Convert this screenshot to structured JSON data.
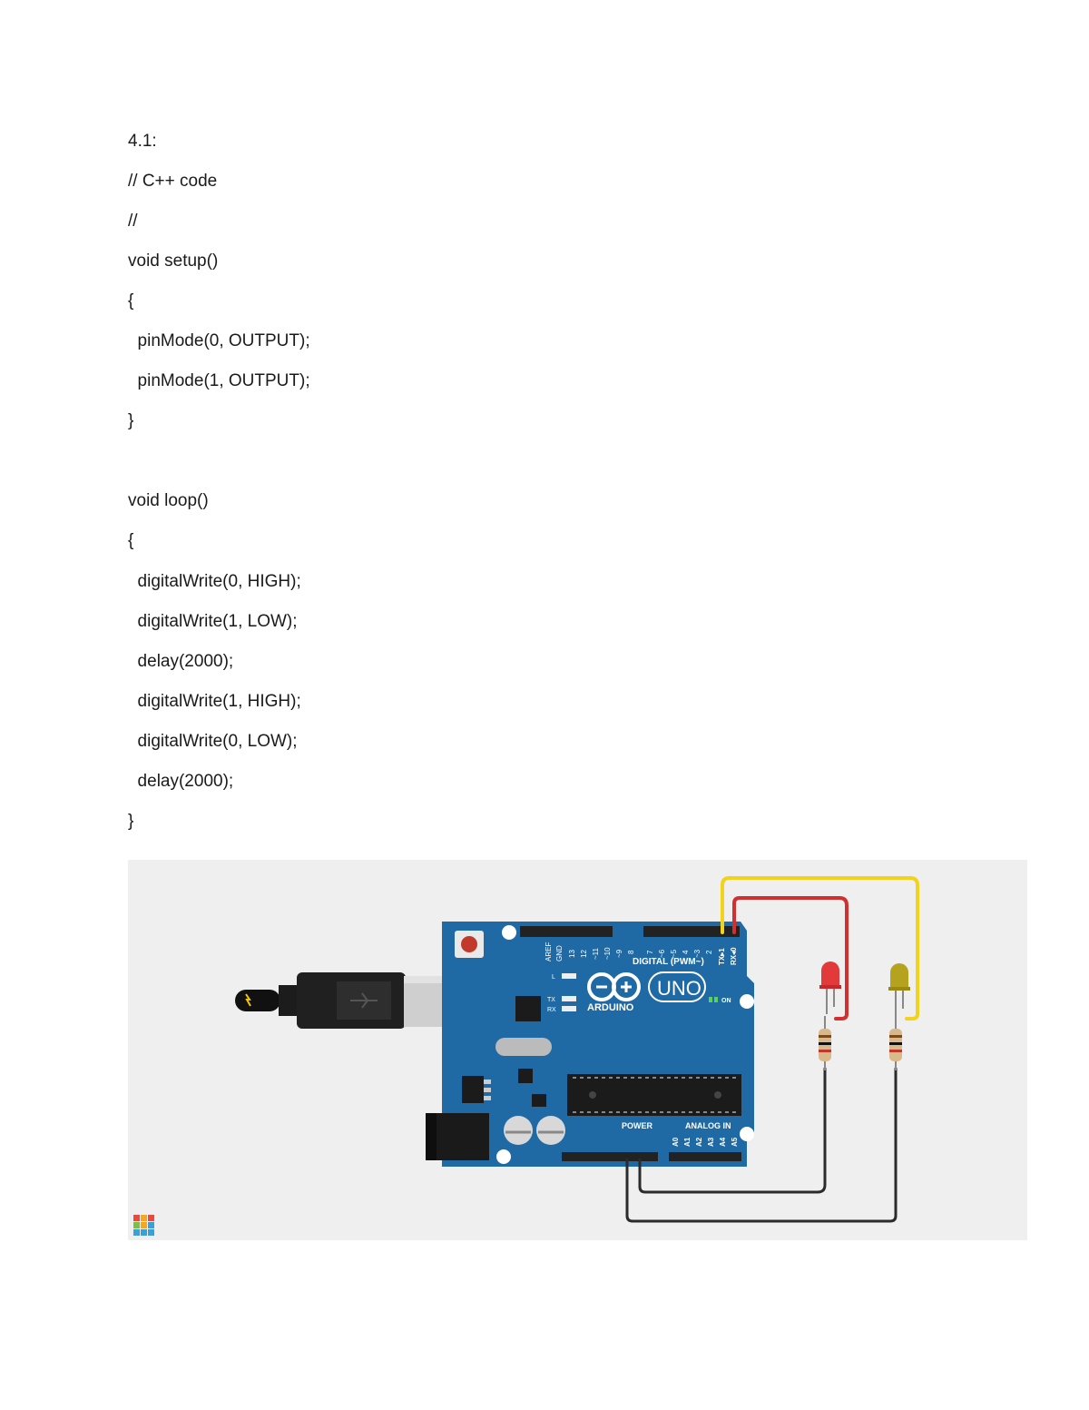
{
  "heading": "4.1:",
  "code_lines": [
    "// C++ code",
    "//",
    "void setup()",
    "{",
    "  pinMode(0, OUTPUT);",
    "  pinMode(1, OUTPUT);",
    "}",
    "",
    "void loop()",
    "{",
    "  digitalWrite(0, HIGH);",
    "  digitalWrite(1, LOW);",
    "  delay(2000);",
    "  digitalWrite(1, HIGH);",
    "  digitalWrite(0, LOW);",
    "  delay(2000);",
    "}"
  ],
  "circuit": {
    "board_brand": "ARDUINO",
    "board_model": "UNO",
    "digital_label": "DIGITAL (PWM~)",
    "power_label": "POWER",
    "analog_label": "ANALOG IN",
    "on_label": "ON",
    "led_l_label": "L",
    "tx_label": "TX",
    "rx_label": "RX",
    "pin_tx": "TX▸1",
    "pin_rx": "RX◂0",
    "analog_pins": [
      "A0",
      "A1",
      "A2",
      "A3",
      "A4",
      "A5"
    ],
    "wire_colors": {
      "yellow": "#f2d21b",
      "red": "#d22f2f",
      "black": "#2b2b2b"
    },
    "board_color": "#1f6aa5",
    "led_colors": {
      "red": "#e23a3a",
      "yellow": "#b5a21e"
    },
    "logo_letters": "TIN KER CAD"
  }
}
